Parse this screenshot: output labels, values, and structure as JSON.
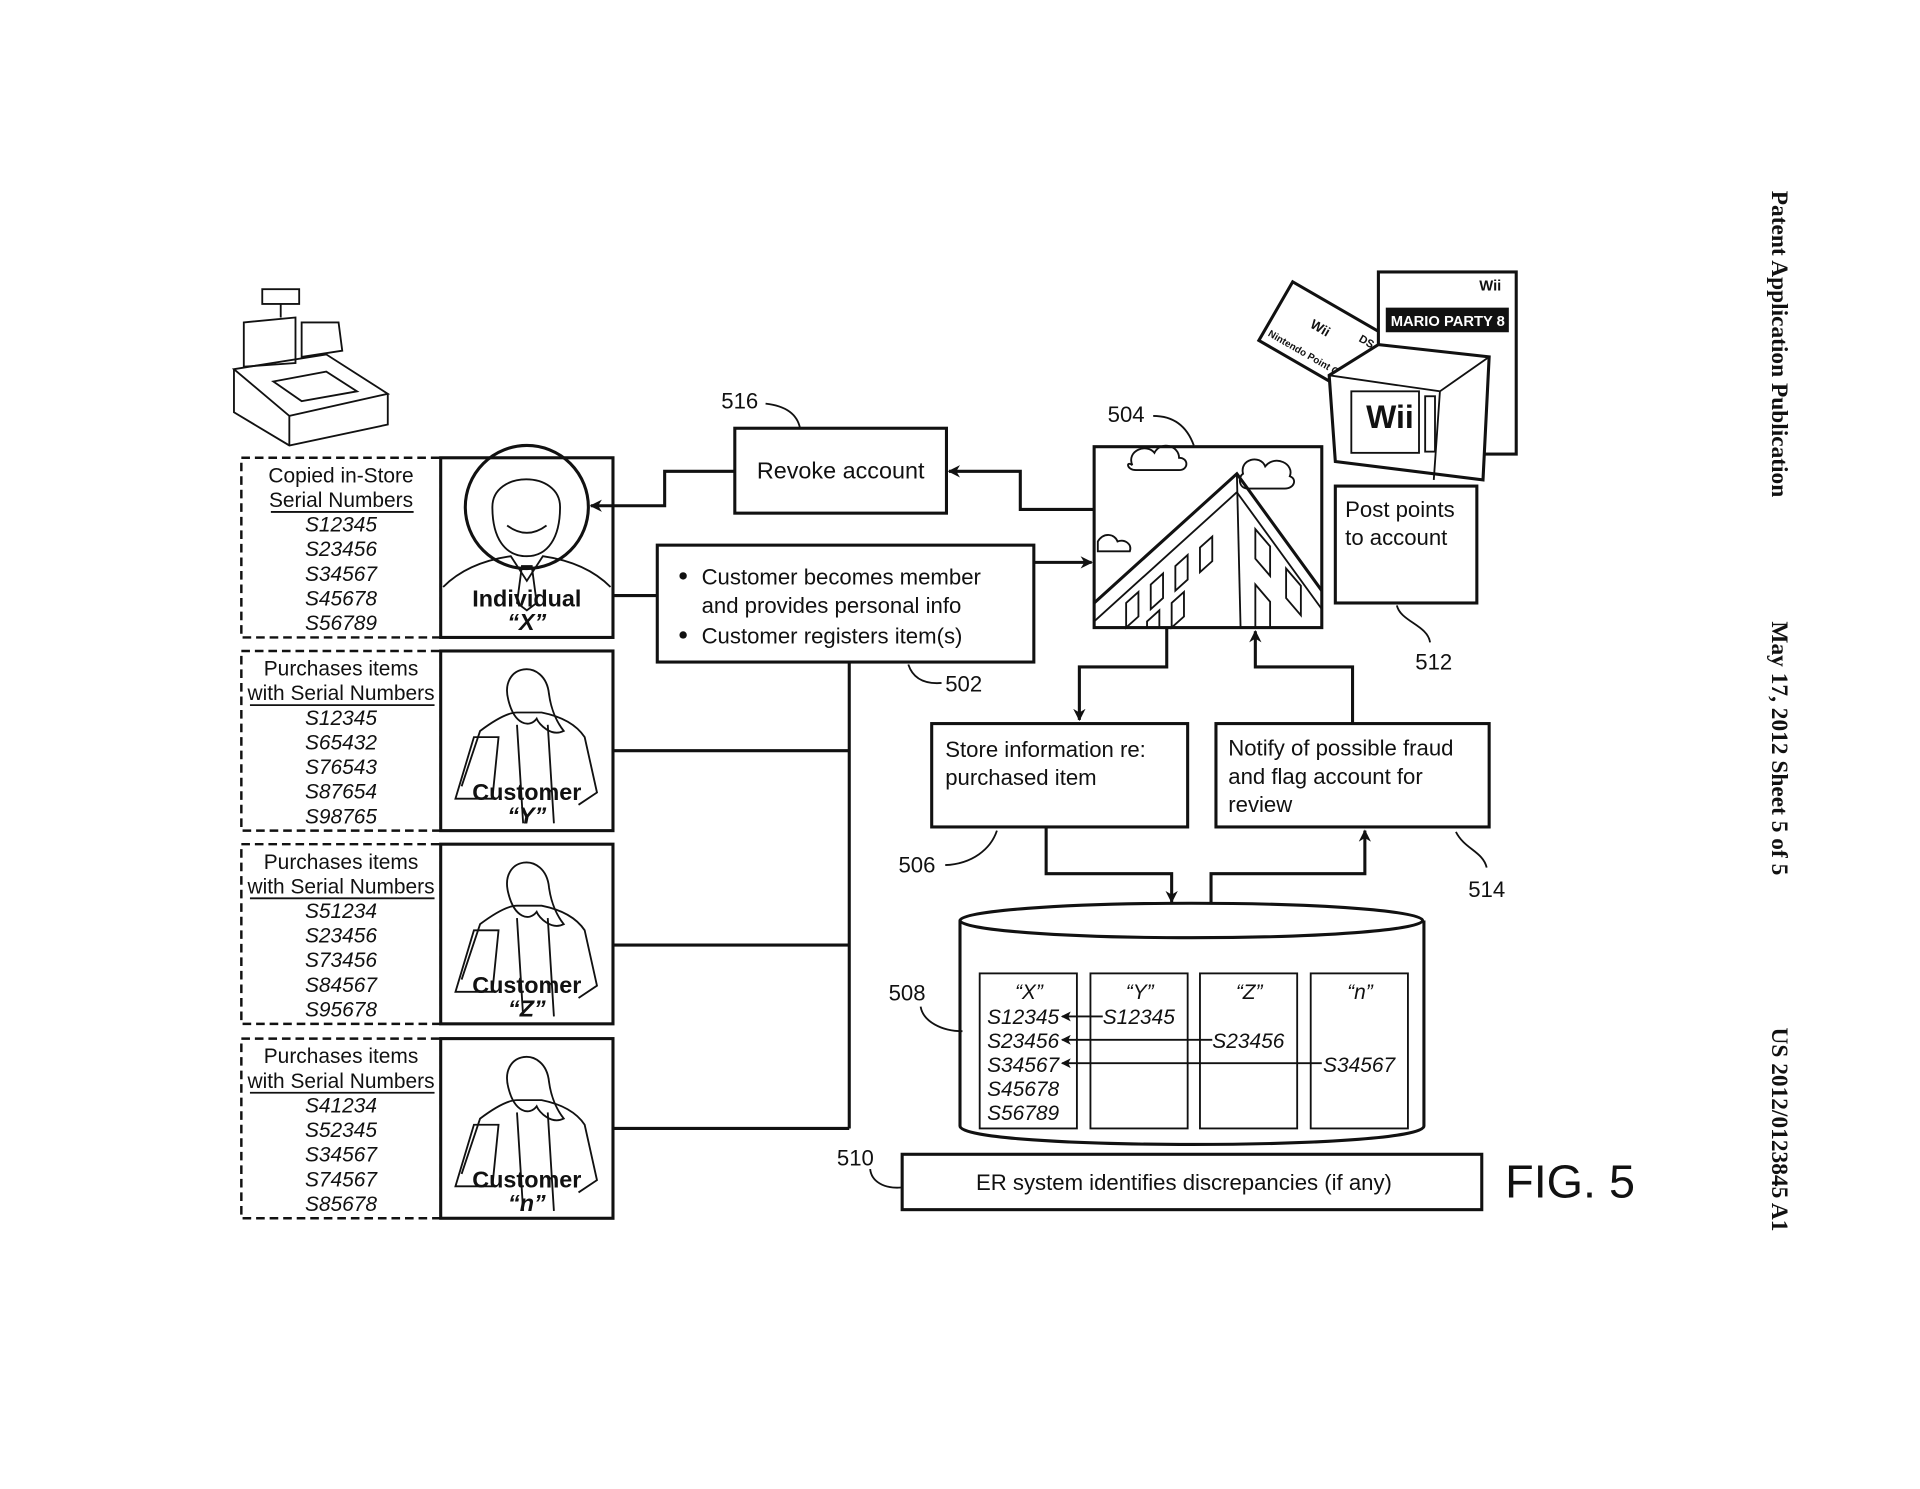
{
  "header": {
    "publication": "Patent Application Publication",
    "date_sheet": "May 17, 2012  Sheet 5 of 5",
    "number": "US 2012/0123845 A1"
  },
  "figure_label": "FIG. 5",
  "panels": [
    {
      "title1": "Copied in-Store",
      "title2": "Serial Numbers",
      "serials": [
        "S12345",
        "S23456",
        "S34567",
        "S45678",
        "S56789"
      ],
      "who1": "Individual",
      "who2": "“X”"
    },
    {
      "title1": "Purchases items",
      "title2": "with Serial Numbers",
      "serials": [
        "S12345",
        "S65432",
        "S76543",
        "S87654",
        "S98765"
      ],
      "who1": "Customer",
      "who2": "“Y”"
    },
    {
      "title1": "Purchases items",
      "title2": "with Serial Numbers",
      "serials": [
        "S51234",
        "S23456",
        "S73456",
        "S84567",
        "S95678"
      ],
      "who1": "Customer",
      "who2": "“Z”"
    },
    {
      "title1": "Purchases items",
      "title2": "with Serial Numbers",
      "serials": [
        "S41234",
        "S52345",
        "S34567",
        "S74567",
        "S85678"
      ],
      "who1": "Customer",
      "who2": "“n”"
    }
  ],
  "boxes": {
    "revoke": {
      "label": "Revoke account",
      "ref": "516"
    },
    "member": {
      "bullets": [
        "Customer becomes member",
        "and provides personal info",
        "Customer registers item(s)"
      ],
      "ref": "502"
    },
    "building_ref": "504",
    "post_points": {
      "line1": "Post points",
      "line2": "to account",
      "ref": "512"
    },
    "store_info": {
      "line1": "Store information re:",
      "line2": "purchased item",
      "ref": "506"
    },
    "notify": {
      "line1": "Notify of possible fraud",
      "line2": "and flag account for",
      "line3": "review",
      "ref": "514"
    },
    "database_ref": "508",
    "er": {
      "label": "ER system identifies discrepancies (if any)",
      "ref": "510"
    }
  },
  "database": {
    "columns": [
      {
        "header": "“X”",
        "rows": [
          "S12345",
          "S23456",
          "S34567",
          "S45678",
          "S56789"
        ]
      },
      {
        "header": "“Y”",
        "rows": [
          "S12345",
          "",
          "",
          "",
          ""
        ]
      },
      {
        "header": "“Z”",
        "rows": [
          "",
          "S23456",
          "",
          "",
          ""
        ]
      },
      {
        "header": "“n”",
        "rows": [
          "",
          "",
          "S34567",
          "",
          ""
        ]
      }
    ]
  },
  "products": {
    "labels": [
      "Wii",
      "DS",
      "MARIO PARTY 8",
      "Wii",
      "Nintendo Point Card"
    ]
  },
  "icons": [
    "cash-register-icon",
    "person-icon",
    "shopper-icon",
    "office-building-icon",
    "game-products-icon"
  ]
}
